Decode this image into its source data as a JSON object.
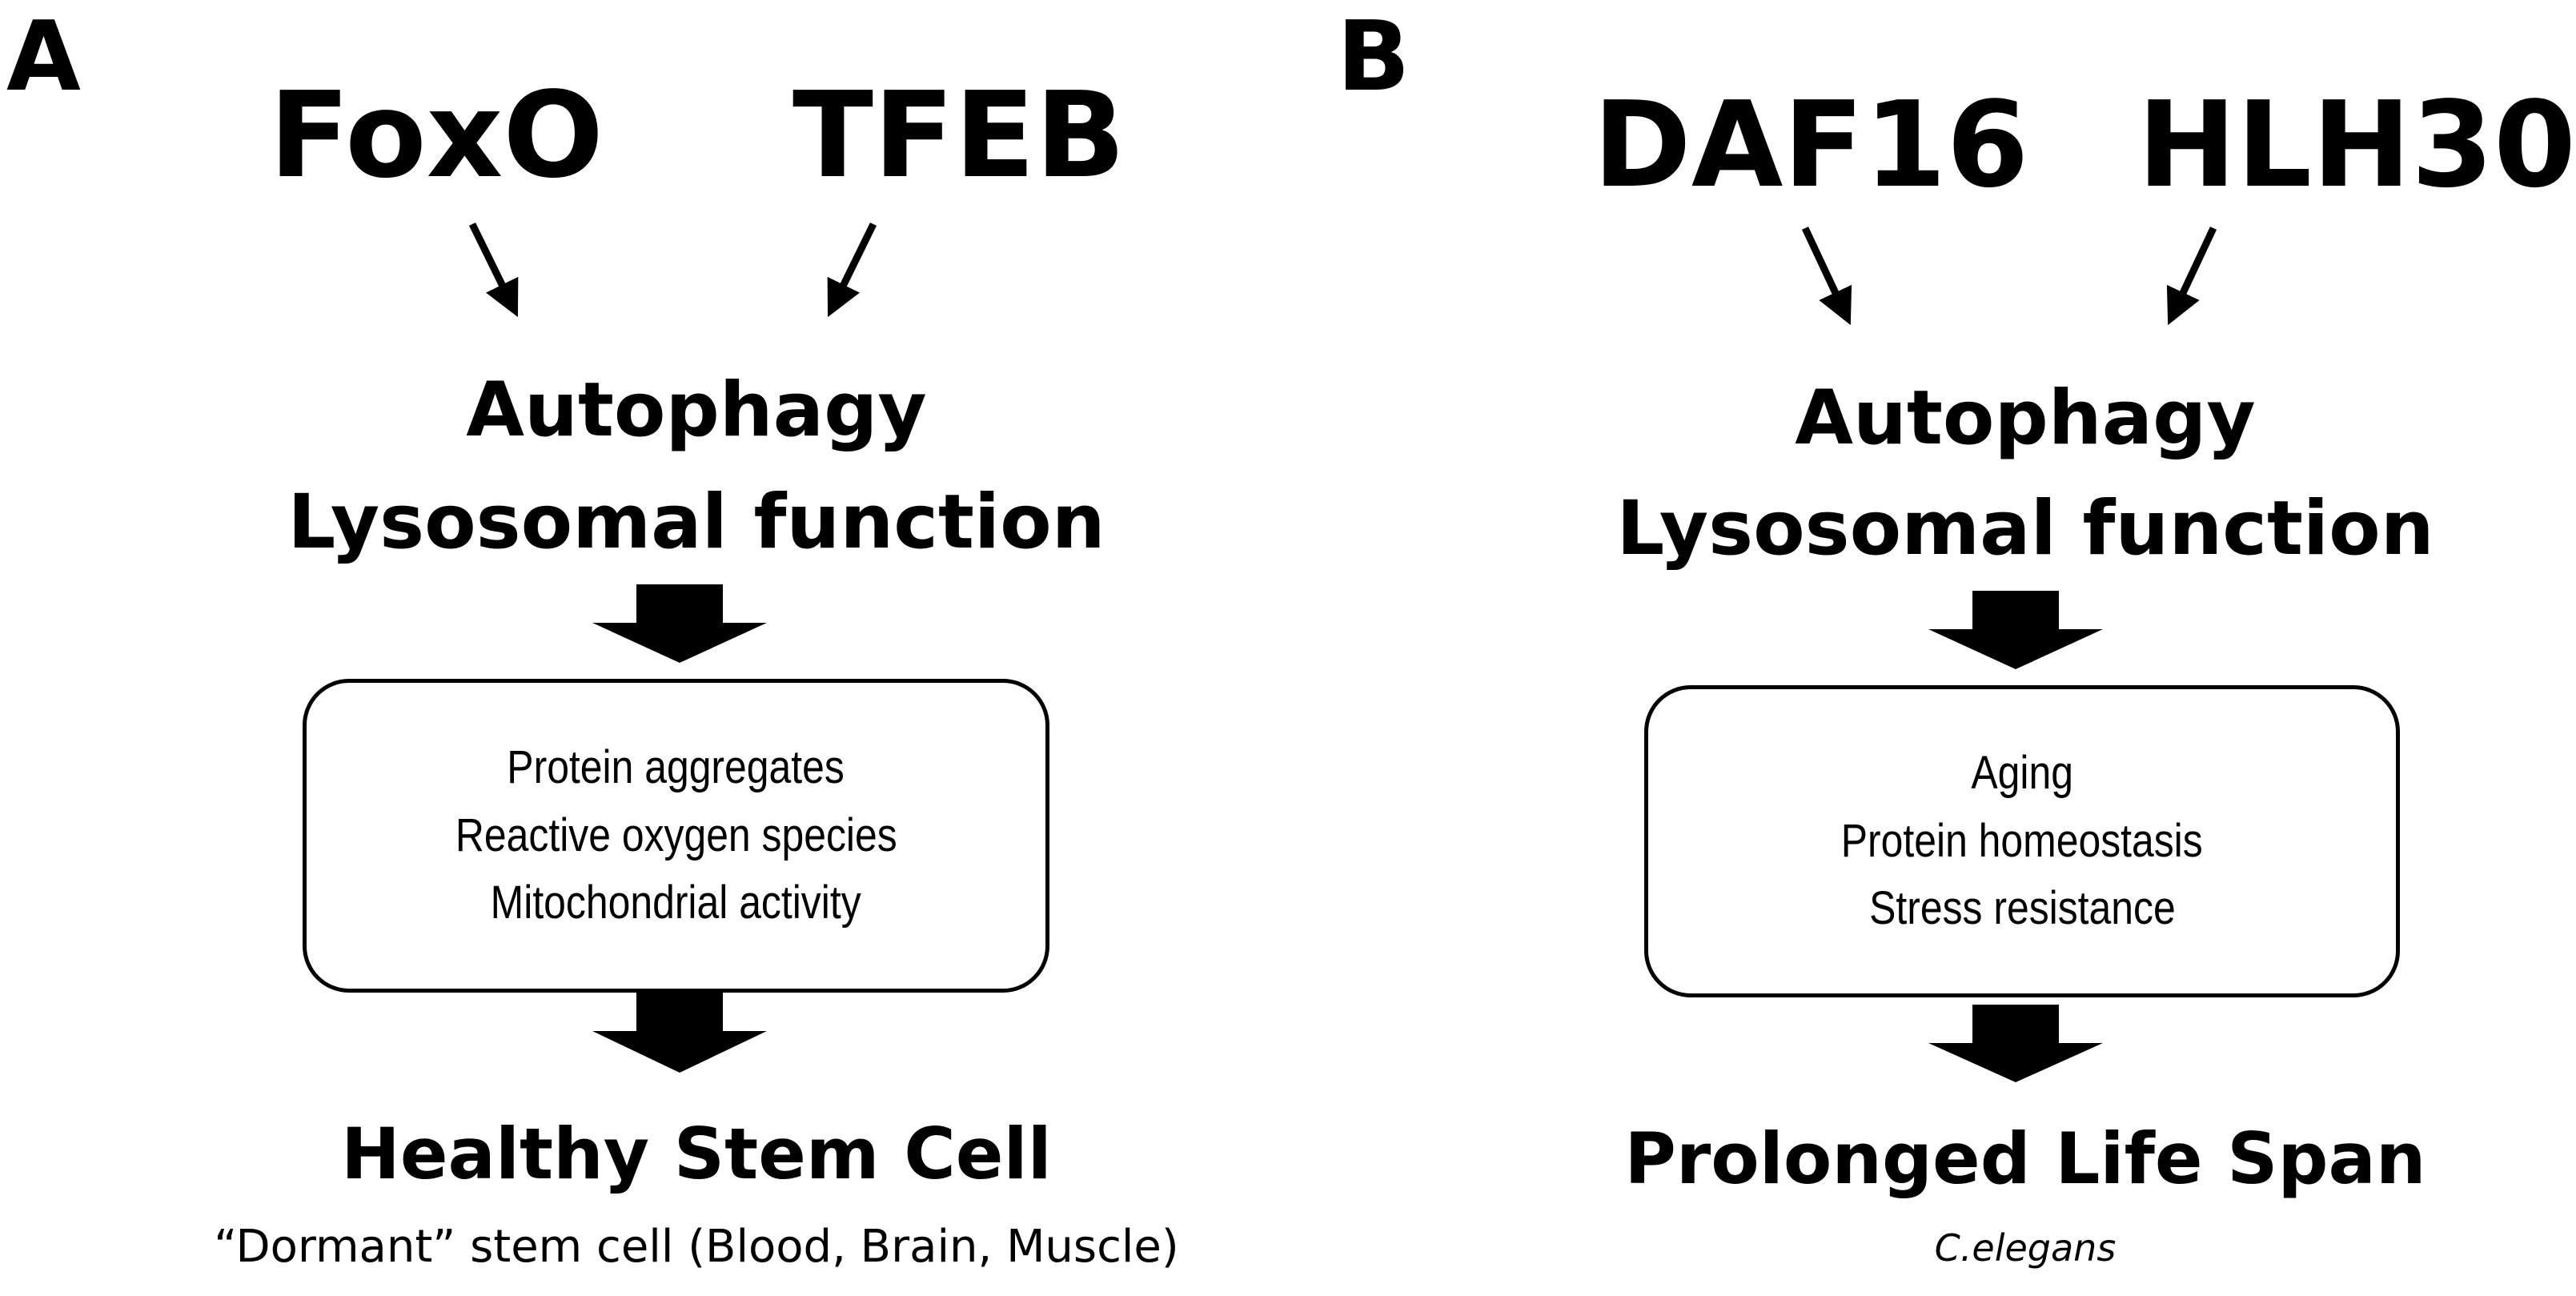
{
  "panels": [
    {
      "letter": "A",
      "factors": [
        "FoxO",
        "TFEB"
      ],
      "process": [
        "Autophagy",
        "Lysosomal function"
      ],
      "effects": [
        "Protein aggregates",
        "Reactive oxygen species",
        "Mitochondrial activity"
      ],
      "outcome": "Healthy Stem Cell",
      "outcome_note": "“Dormant” stem cell (Blood, Brain, Muscle)"
    },
    {
      "letter": "B",
      "factors": [
        "DAF16",
        "HLH30"
      ],
      "process": [
        "Autophagy",
        "Lysosomal function"
      ],
      "effects": [
        "Aging",
        "Protein homeostasis",
        "Stress resistance"
      ],
      "outcome": "Prolonged Life Span",
      "outcome_note": "C.elegans"
    }
  ]
}
